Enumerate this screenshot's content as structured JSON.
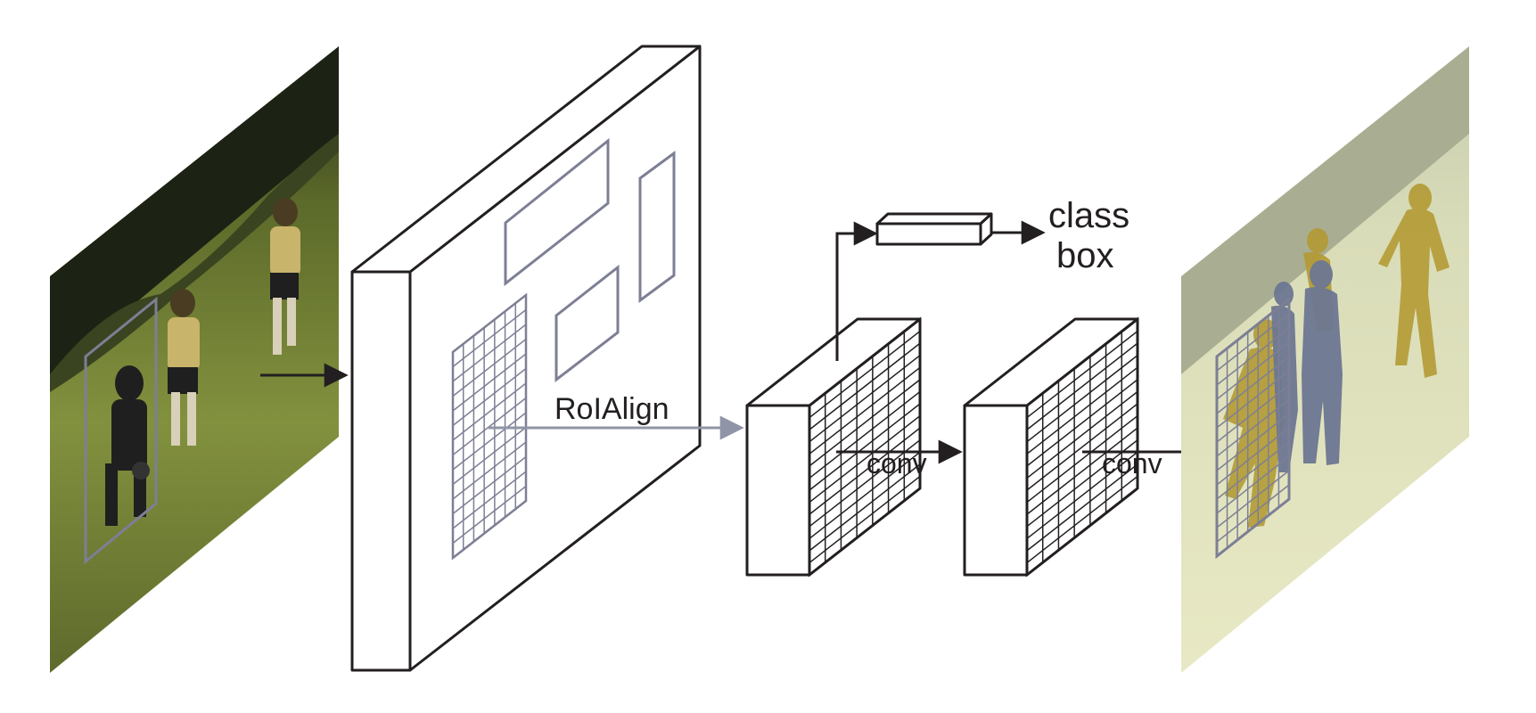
{
  "labels": {
    "roialign": "RoIAlign",
    "conv_first": "conv",
    "conv_second": "conv",
    "head_class": "class",
    "head_box": "box"
  },
  "colors": {
    "line": "#231f20",
    "roi_box": "#7d7f95",
    "roi_arrow": "#8f95a6",
    "grid_light": "#b8b8b8",
    "photo_ground": "#6f7a36",
    "photo_trees": "#1c2214",
    "mask_person": "#b39a34",
    "mask_person_gray": "#6d7792"
  },
  "icons": {
    "input_image": "soccer-photo-icon",
    "output_image": "soccer-segmentation-mask-icon"
  }
}
